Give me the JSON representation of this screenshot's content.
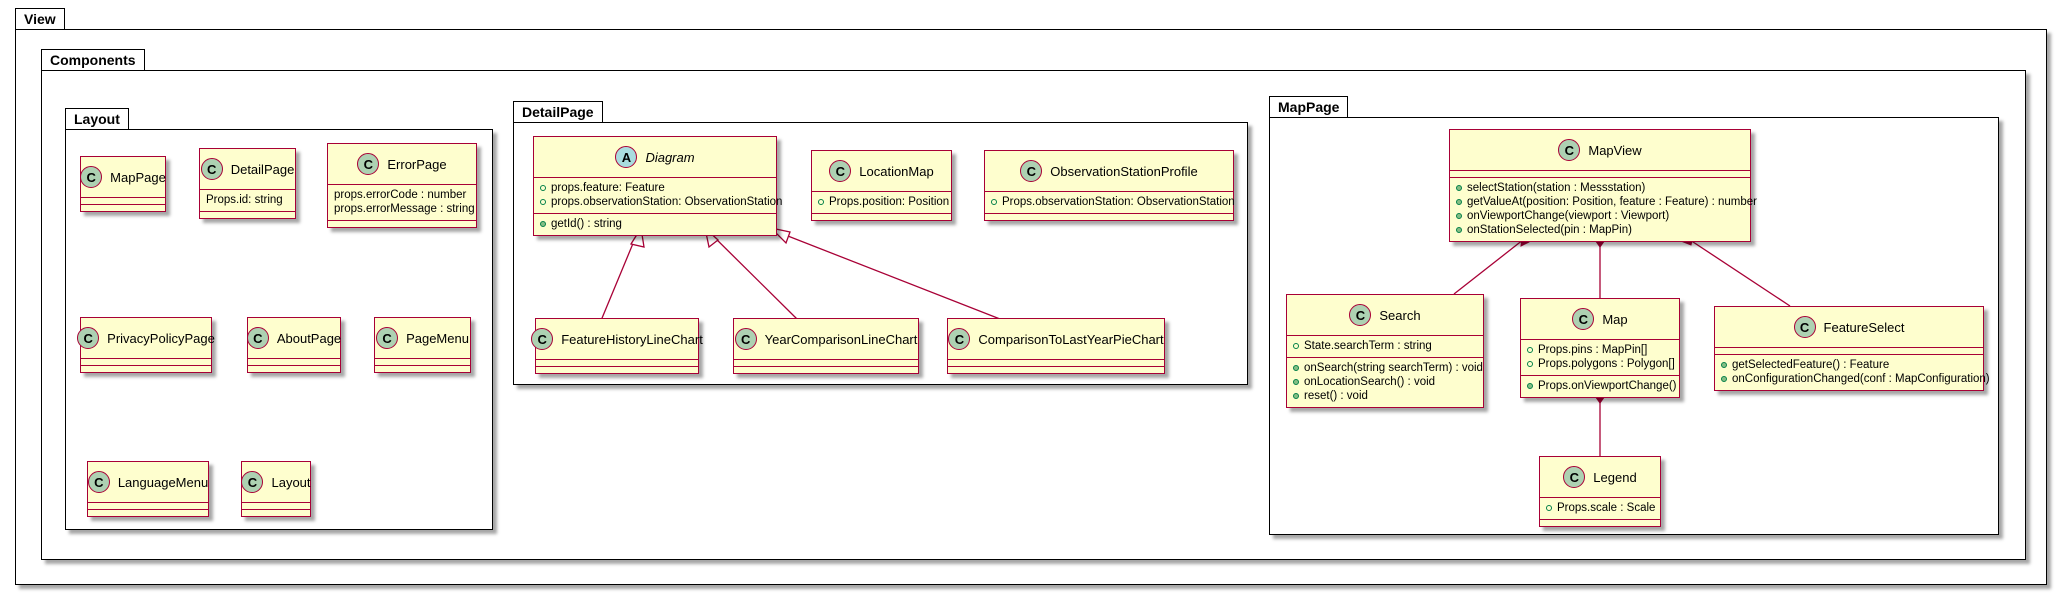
{
  "packages": {
    "view": "View",
    "components": "Components",
    "layout": "Layout",
    "detail_page": "DetailPage",
    "map_page": "MapPage"
  },
  "layout_classes": [
    {
      "name": "MapPage",
      "stereo": "C"
    },
    {
      "name": "DetailPage",
      "stereo": "C",
      "fields": [
        "Props.id: string"
      ]
    },
    {
      "name": "ErrorPage",
      "stereo": "C",
      "fields": [
        "props.errorCode : number",
        "props.errorMessage : string"
      ]
    },
    {
      "name": "PrivacyPolicyPage",
      "stereo": "C"
    },
    {
      "name": "AboutPage",
      "stereo": "C"
    },
    {
      "name": "PageMenu",
      "stereo": "C"
    },
    {
      "name": "LanguageMenu",
      "stereo": "C"
    },
    {
      "name": "Layout",
      "stereo": "C"
    }
  ],
  "detail_classes": {
    "diagram": {
      "name": "Diagram",
      "stereo": "A",
      "fields": [
        "props.feature: Feature",
        "props.observationStation: ObservationStation"
      ],
      "methods": [
        "getId() : string"
      ]
    },
    "location_map": {
      "name": "LocationMap",
      "stereo": "C",
      "fields": [
        "Props.position: Position"
      ]
    },
    "observation_station_profile": {
      "name": "ObservationStationProfile",
      "stereo": "C",
      "fields": [
        "Props.observationStation: ObservationStation"
      ]
    },
    "feature_history_line_chart": {
      "name": "FeatureHistoryLineChart",
      "stereo": "C"
    },
    "year_comparison_line_chart": {
      "name": "YearComparisonLineChart",
      "stereo": "C"
    },
    "comparison_to_last_year_pie_chart": {
      "name": "ComparisonToLastYearPieChart",
      "stereo": "C"
    }
  },
  "map_classes": {
    "map_view": {
      "name": "MapView",
      "stereo": "C",
      "methods": [
        "selectStation(station : Messstation)",
        "getValueAt(position: Position, feature : Feature) : number",
        "onViewportChange(viewport : Viewport)",
        "onStationSelected(pin : MapPin)"
      ]
    },
    "search": {
      "name": "Search",
      "stereo": "C",
      "fields": [
        "State.searchTerm : string"
      ],
      "methods": [
        "onSearch(string searchTerm) : void",
        "onLocationSearch() : void",
        "reset() : void"
      ]
    },
    "map": {
      "name": "Map",
      "stereo": "C",
      "fields": [
        "Props.pins : MapPin[]",
        "Props.polygons : Polygon[]"
      ],
      "methods": [
        "Props.onViewportChange()"
      ]
    },
    "feature_select": {
      "name": "FeatureSelect",
      "stereo": "C",
      "methods": [
        "getSelectedFeature() : Feature",
        "onConfigurationChanged(conf : MapConfiguration)"
      ]
    },
    "legend": {
      "name": "Legend",
      "stereo": "C",
      "fields": [
        "Props.scale : Scale"
      ]
    }
  },
  "colors": {
    "class_fill": "#FEFECE",
    "class_border": "#A80036",
    "class_icon": "#ADD1B2",
    "abstract_icon": "#A9DCDF",
    "edge": "#A80036"
  }
}
